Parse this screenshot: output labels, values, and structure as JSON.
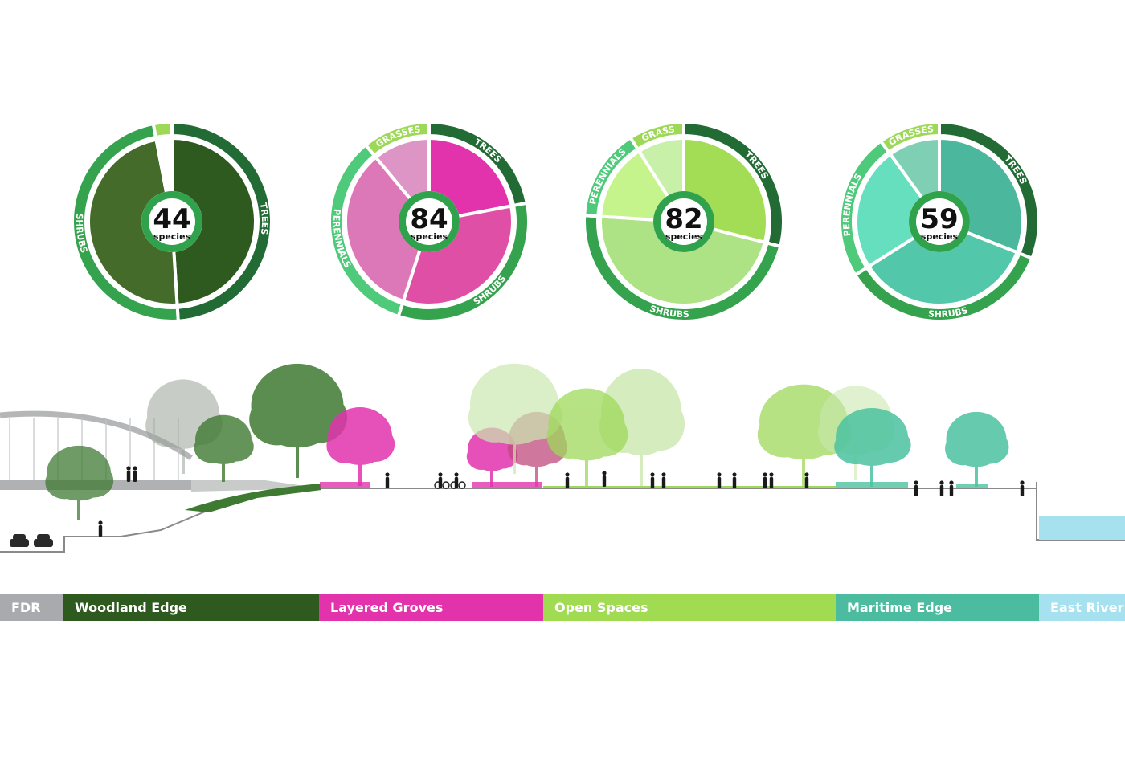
{
  "chart_data": [
    {
      "type": "pie",
      "count": "44",
      "unit": "species",
      "colors": {
        "outer": "#2a7a3e",
        "rim": "#1f6b3a",
        "center_ring": "#31a24c"
      },
      "slices": [
        {
          "label": "TREES",
          "value": 49,
          "inner": "#2f5a1f",
          "outer": "#236b35"
        },
        {
          "label": "SHRUBS",
          "value": 48,
          "inner": "#446b2a",
          "outer": "#35a24e"
        },
        {
          "label": "",
          "value": 3,
          "inner": "#ffffff",
          "outer": "#9dd858"
        }
      ]
    },
    {
      "type": "pie",
      "count": "84",
      "unit": "species",
      "colors": {
        "outer": "#2a7a3e",
        "rim": "#1f6b3a",
        "center_ring": "#31a24c"
      },
      "slices": [
        {
          "label": "TREES",
          "value": 22,
          "inner": "#e233ad",
          "outer": "#236b35"
        },
        {
          "label": "SHRUBS",
          "value": 33,
          "inner": "#df4fa6",
          "outer": "#35a24e"
        },
        {
          "label": "PERENNIALS",
          "value": 34,
          "inner": "#dd78b8",
          "outer": "#4fc97a"
        },
        {
          "label": "GRASSES",
          "value": 11,
          "inner": "#dd95c6",
          "outer": "#9dd858"
        }
      ]
    },
    {
      "type": "pie",
      "count": "82",
      "unit": "species",
      "colors": {
        "outer": "#2a7a3e",
        "rim": "#1f6b3a",
        "center_ring": "#31a24c"
      },
      "slices": [
        {
          "label": "TREES",
          "value": 29,
          "inner": "#a3dc55",
          "outer": "#236b35"
        },
        {
          "label": "SHRUBS",
          "value": 47,
          "inner": "#ade384",
          "outer": "#35a24e"
        },
        {
          "label": "PERENNIALS",
          "value": 15,
          "inner": "#c5f48d",
          "outer": "#4fc97a"
        },
        {
          "label": "GRASS",
          "value": 9,
          "inner": "#c8f0a8",
          "outer": "#9dd858"
        }
      ]
    },
    {
      "type": "pie",
      "count": "59",
      "unit": "species",
      "colors": {
        "outer": "#2a7a3e",
        "rim": "#1f6b3a",
        "center_ring": "#31a24c"
      },
      "slices": [
        {
          "label": "TREES",
          "value": 31,
          "inner": "#4bb89e",
          "outer": "#236b35"
        },
        {
          "label": "SHRUBS",
          "value": 35,
          "inner": "#52c7aa",
          "outer": "#35a24e"
        },
        {
          "label": "PERENNIALS",
          "value": 24,
          "inner": "#66dfbf",
          "outer": "#4fc97a"
        },
        {
          "label": "GRASSES",
          "value": 10,
          "inner": "#7fcfb4",
          "outer": "#9dd858"
        }
      ]
    }
  ],
  "section": {
    "colors": {
      "ground": "#8a8a8a",
      "woodland_tree": "#3f7a33",
      "woodland_tree_light": "#9aa39a",
      "grove_pink": "#e233ad",
      "open_green": "#9ed95a",
      "open_green_light": "#cbe8b0",
      "maritime_teal": "#4cc3a0",
      "water": "#a6e1ef",
      "people": "#1a1a1a"
    }
  },
  "zones": [
    {
      "label": "FDR",
      "color": "#a9aaad"
    },
    {
      "label": "Woodland Edge",
      "color": "#2e5a1f"
    },
    {
      "label": "Layered Groves",
      "color": "#e233ad"
    },
    {
      "label": "Open Spaces",
      "color": "#a0db52"
    },
    {
      "label": "Maritime Edge",
      "color": "#4cbca1"
    },
    {
      "label": "East River",
      "color": "#a6e1ef"
    }
  ]
}
